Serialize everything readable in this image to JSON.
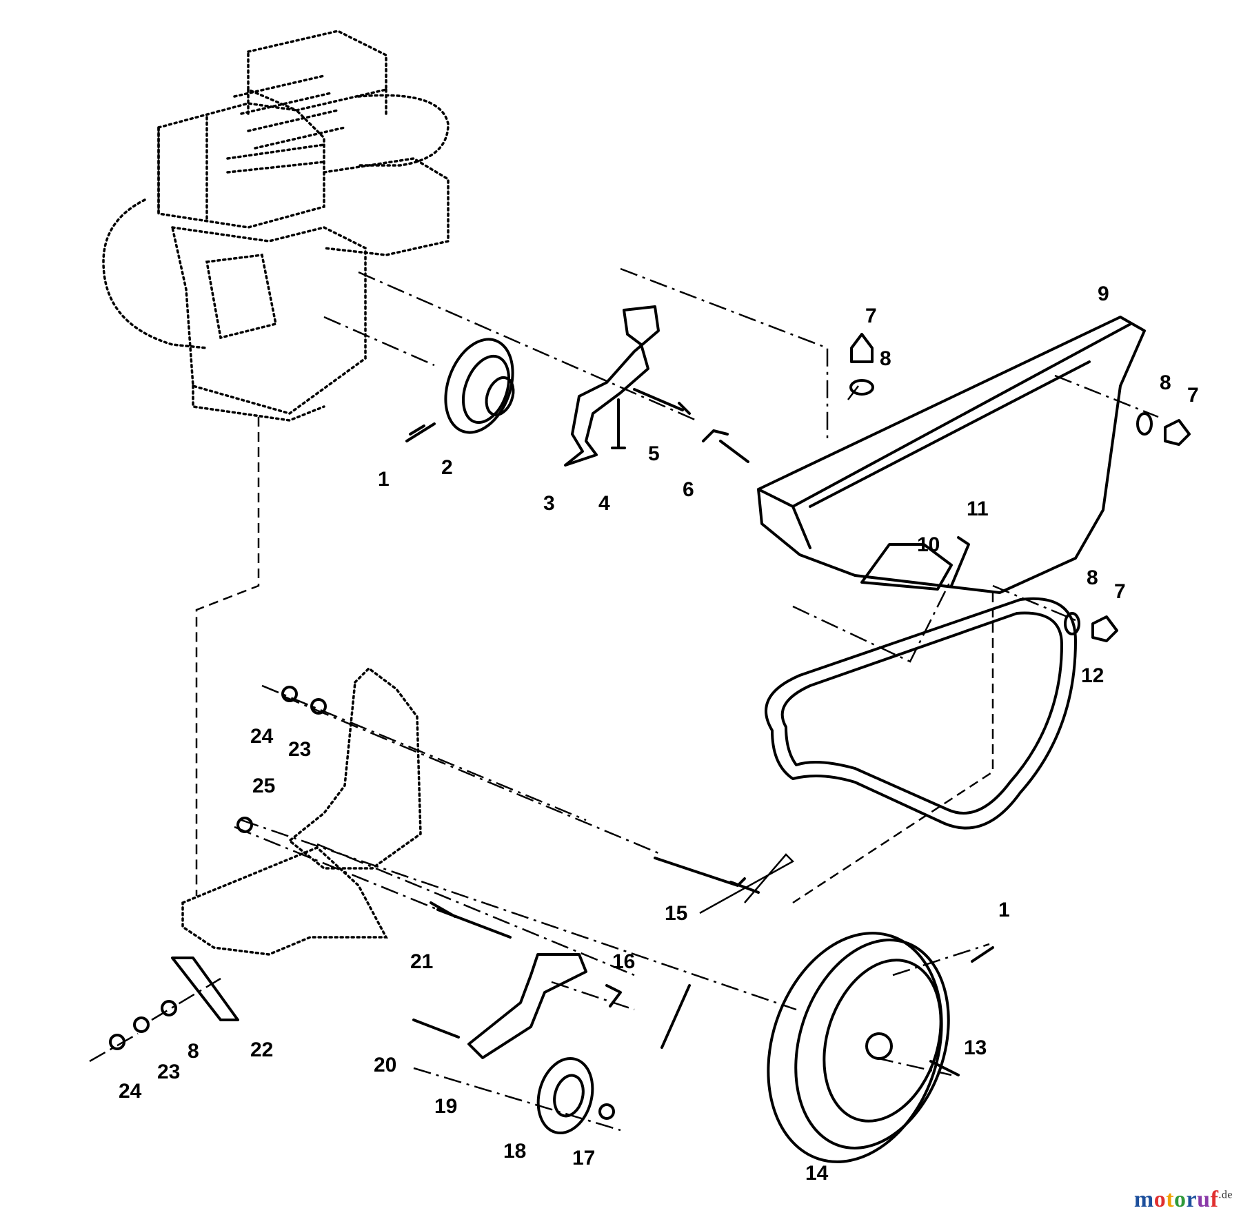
{
  "diagram": {
    "callouts": [
      {
        "id": "c1a",
        "label": "1"
      },
      {
        "id": "c2",
        "label": "2"
      },
      {
        "id": "c3",
        "label": "3"
      },
      {
        "id": "c4",
        "label": "4"
      },
      {
        "id": "c5",
        "label": "5"
      },
      {
        "id": "c6",
        "label": "6"
      },
      {
        "id": "c7a",
        "label": "7"
      },
      {
        "id": "c8a",
        "label": "8"
      },
      {
        "id": "c9",
        "label": "9"
      },
      {
        "id": "c8b",
        "label": "8"
      },
      {
        "id": "c7b",
        "label": "7"
      },
      {
        "id": "c11",
        "label": "11"
      },
      {
        "id": "c10",
        "label": "10"
      },
      {
        "id": "c8c",
        "label": "8"
      },
      {
        "id": "c7c",
        "label": "7"
      },
      {
        "id": "c12",
        "label": "12"
      },
      {
        "id": "c24a",
        "label": "24"
      },
      {
        "id": "c23a",
        "label": "23"
      },
      {
        "id": "c25",
        "label": "25"
      },
      {
        "id": "c15",
        "label": "15"
      },
      {
        "id": "c1b",
        "label": "1"
      },
      {
        "id": "c21",
        "label": "21"
      },
      {
        "id": "c16",
        "label": "16"
      },
      {
        "id": "c13",
        "label": "13"
      },
      {
        "id": "c22",
        "label": "22"
      },
      {
        "id": "c8d",
        "label": "8"
      },
      {
        "id": "c23b",
        "label": "23"
      },
      {
        "id": "c24b",
        "label": "24"
      },
      {
        "id": "c20",
        "label": "20"
      },
      {
        "id": "c19",
        "label": "19"
      },
      {
        "id": "c18",
        "label": "18"
      },
      {
        "id": "c17",
        "label": "17"
      },
      {
        "id": "c14",
        "label": "14"
      }
    ]
  },
  "watermark": {
    "m1": "m",
    "o1": "o",
    "t": "t",
    "o2": "o",
    "r": "r",
    "u": "u",
    "f": "f",
    "tld": ".de"
  }
}
